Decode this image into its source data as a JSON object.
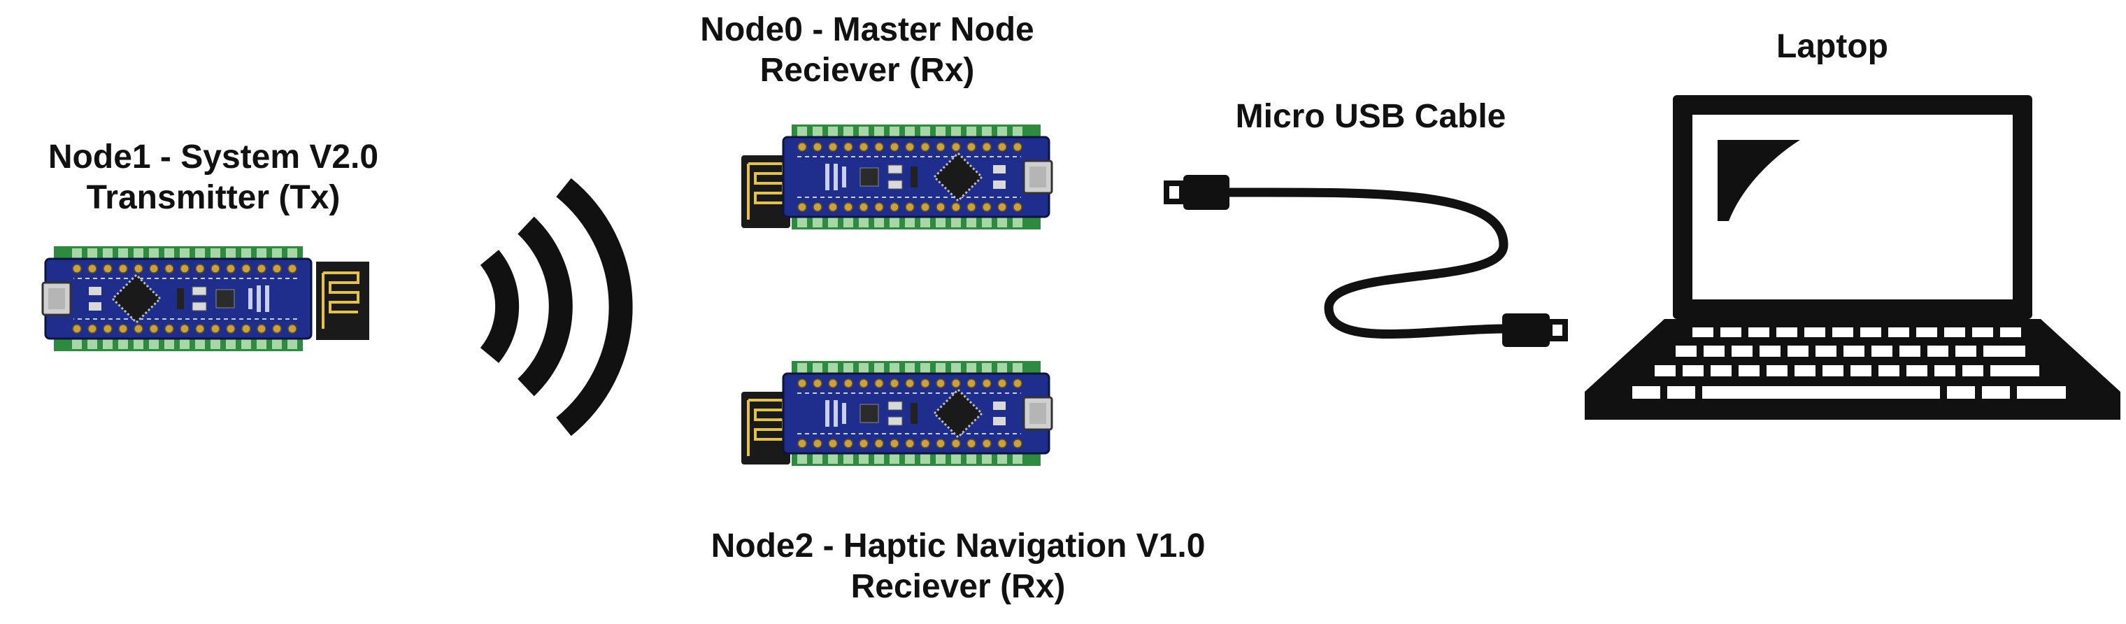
{
  "nodes": {
    "tx": {
      "line1": "Node1 - System V2.0",
      "line2": "Transmitter (Tx)"
    },
    "master": {
      "line1": "Node0 - Master Node",
      "line2": "Reciever (Rx)"
    },
    "haptic": {
      "line1": "Node2 - Haptic Navigation V1.0",
      "line2": "Reciever (Rx)"
    }
  },
  "cable": {
    "label": "Micro USB Cable"
  },
  "laptop": {
    "label": "Laptop"
  },
  "colors": {
    "pcb": "#1f2e8c",
    "header_green": "#2d8a3e",
    "pin_gold": "#c9a23c",
    "antenna": "#1a1a1a",
    "antenna_trace": "#e3c24a",
    "outline": "#111111"
  },
  "icons": {
    "board": "arduino-nano-board-icon",
    "radio": "nrf24-radio-module-icon",
    "signal": "wireless-signal-icon",
    "cable": "micro-usb-cable-icon",
    "laptop": "laptop-icon"
  }
}
